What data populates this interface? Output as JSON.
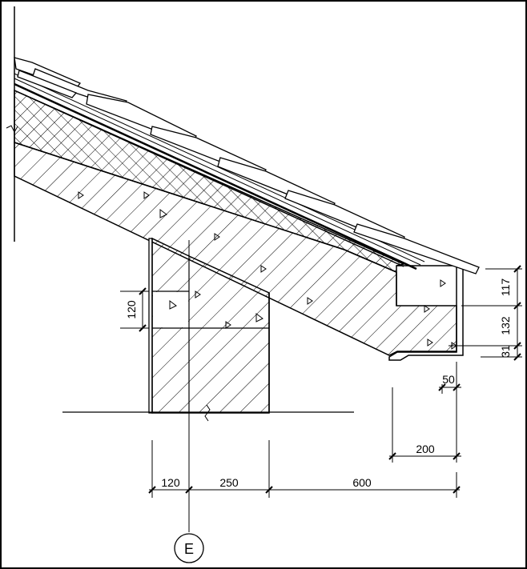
{
  "drawing": {
    "dimensions": {
      "top": "117",
      "middle": "132",
      "bottom": "31",
      "gutter_lip": "50",
      "gutter_width": "200",
      "beam_height": "120",
      "span_left": "120",
      "span_mid": "250",
      "span_right": "600"
    },
    "grid_axis": "E"
  }
}
